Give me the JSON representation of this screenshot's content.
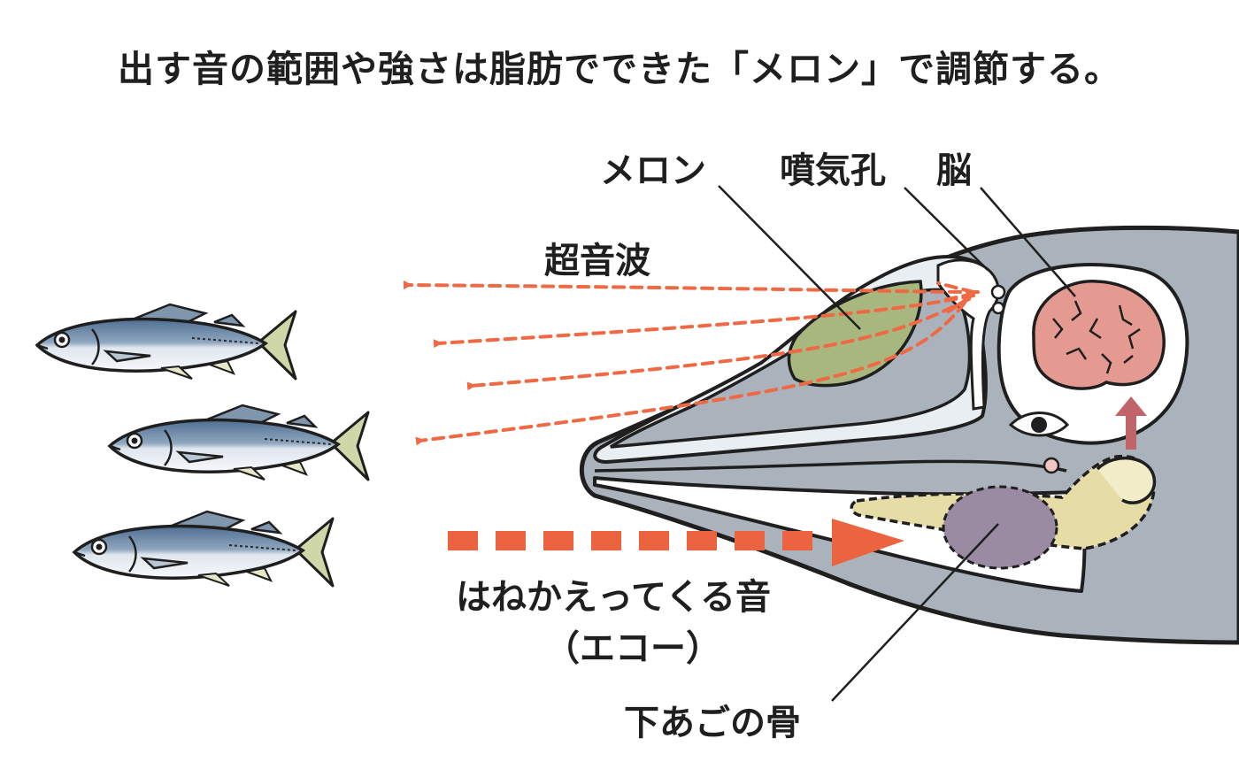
{
  "title": "出す音の範囲や強さは脂肪でできた「メロン」で調節する。",
  "labels": {
    "melon": "メロン",
    "blowhole": "噴気孔",
    "brain": "脳",
    "ultrasound": "超音波",
    "echo_line1": "はねかえってくる音",
    "echo_line2": "（エコー）",
    "lower_jaw": "下あごの骨"
  },
  "colors": {
    "dolphin_body": "#aab3bc",
    "outline": "#1f1f1f",
    "melon": "#a8b77d",
    "brain": "#e49a91",
    "jaw_bone": "#e6dca6",
    "fat_pad": "#9a8aa2",
    "ultrasound_arrow": "#ef6a44",
    "echo_arrow": "#ec6340",
    "brain_arrow": "#c0646a",
    "fish_back": "#5d7d9d",
    "fish_belly": "#f4f6f8"
  },
  "icons": [
    "fish-icon",
    "dolphin-head-icon",
    "brain-icon",
    "eye-icon"
  ]
}
